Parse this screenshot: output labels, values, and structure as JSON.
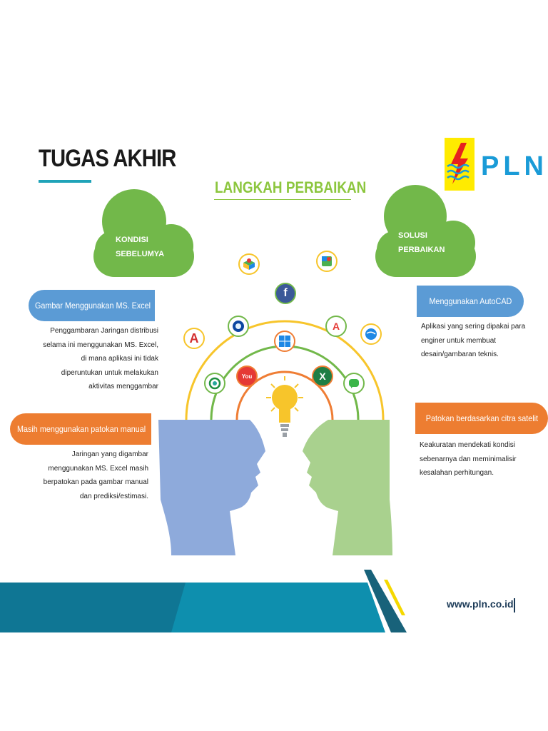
{
  "header": {
    "title": "TUGAS AKHIR",
    "subtitle": "LANGKAH PERBAIKAN",
    "brand_name": "PLN"
  },
  "clouds": {
    "left": {
      "line1": "KONDISI",
      "line2": "SEBELUMYA"
    },
    "right": {
      "line1": "SOLUSI",
      "line2": "PERBAIKAN"
    }
  },
  "left_items": [
    {
      "heading": "Gambar Menggunakan MS. Excel",
      "lines": [
        "Penggambaran Jaringan distribusi",
        "selama ini menggunakan MS. Excel,",
        "di mana aplikasi ini tidak",
        "diperuntukan untuk melakukan",
        "aktivitas menggambar"
      ]
    },
    {
      "heading": "Masih menggunakan patokan manual",
      "lines": [
        "Jaringan yang digambar",
        "menggunakan MS. Excel masih",
        "berpatokan pada gambar manual",
        "dan prediksi/estimasi."
      ]
    }
  ],
  "right_items": [
    {
      "heading": "Menggunakan AutoCAD",
      "lines": [
        "Aplikasi yang sering dipakai para",
        "enginer untuk membuat",
        "desain/gambaran teknis."
      ]
    },
    {
      "heading": "Patokan berdasarkan citra satelit",
      "lines": [
        "Keakuratan mendekati kondisi",
        "sebenarnya dan meminimalisir",
        "kesalahan perhitungan."
      ]
    }
  ],
  "apps": {
    "autocad": "A",
    "facebook": "f",
    "excel": "X",
    "pdf": "A",
    "youtube": "You"
  },
  "footer": {
    "url": "www.pln.co.id"
  },
  "colors": {
    "green": "#72b84a",
    "blue": "#5b9bd5",
    "orange": "#ed7d31",
    "teal": "#1fa3b8",
    "yellow": "#f7c52b"
  }
}
